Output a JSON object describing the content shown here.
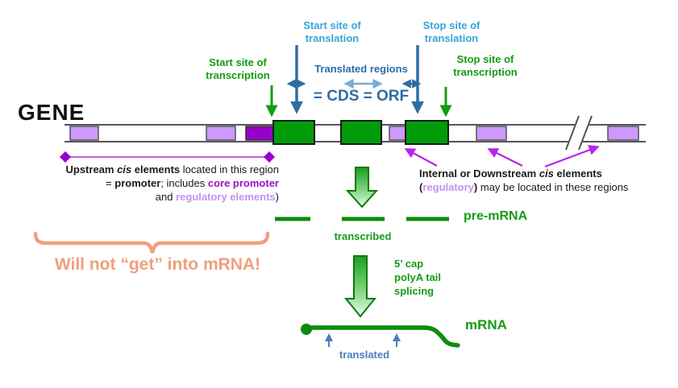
{
  "colors": {
    "exon_green": "#009c0a",
    "label_green": "#149c14",
    "steel_blue": "#2e6da4",
    "light_blue": "#38a3d8",
    "translated_blue": "#4a7ebb",
    "lavender": "#cc99ff",
    "core_purple": "#9900cc",
    "magenta_arrow": "#bb22ee",
    "salmon": "#ef9f7d"
  },
  "gene": {
    "title": "GENE",
    "start_transcription": "Start site of\ntranscription",
    "start_translation": "Start site of\ntranslation",
    "stop_translation": "Stop site of\ntranslation",
    "stop_transcription": "Stop site of\ntranscription",
    "translated_regions": "Translated regions",
    "cds_orf": "= CDS = ORF",
    "element_types": [
      "regulatory cis element (lavender box)",
      "core promoter (purple box)",
      "exon / translated region (green box)",
      "strand break (//)"
    ]
  },
  "upstream_note": {
    "bold1": "Upstream ",
    "cis": "cis",
    "bold2": " elements",
    "rest1": " located in this region",
    "eq": "= ",
    "promoter": "promoter",
    "rest2": "; includes ",
    "core_promoter": "core promoter",
    "and": "and ",
    "regulatory_elements": "regulatory elements",
    "close_paren": ")"
  },
  "downstream_note": {
    "bold1": "Internal or Downstream ",
    "cis": "cis",
    "bold2": " elements",
    "open_paren": "(",
    "regulatory": "regulatory",
    "close_paren": ")",
    "rest": " may be located in these regions"
  },
  "exclusion": {
    "text": "Will not “get” into mRNA!"
  },
  "transcription": {
    "pre_mrna": "pre-mRNA",
    "transcribed": "transcribed"
  },
  "maturation": {
    "steps": "5’ cap\npolyA tail\nsplicing"
  },
  "mrna": {
    "label": "mRNA",
    "translated": "translated"
  }
}
